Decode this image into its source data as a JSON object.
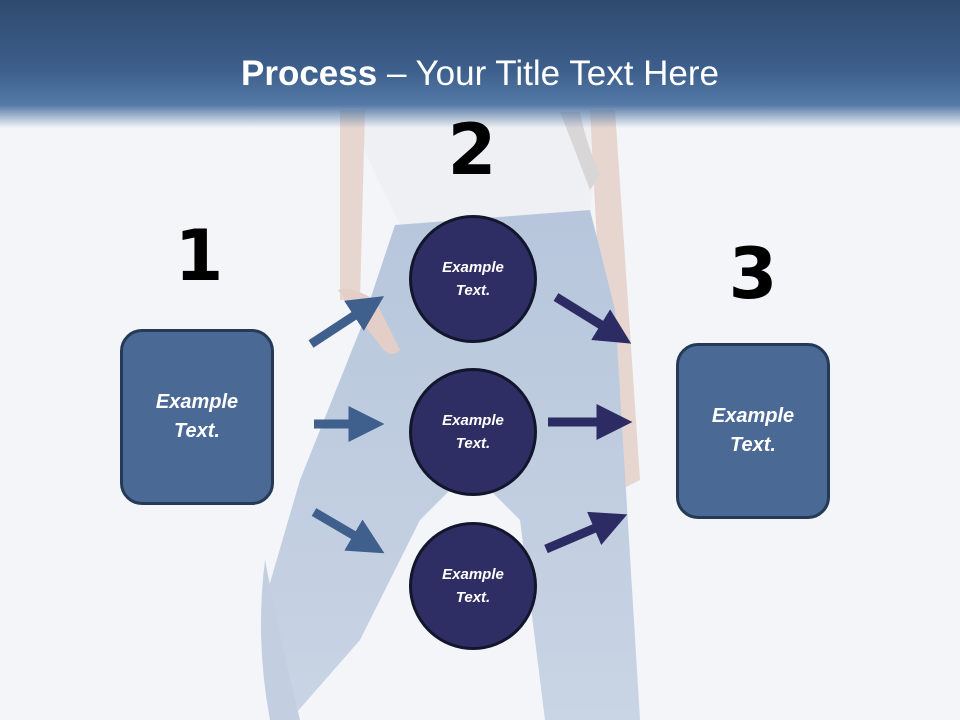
{
  "title": {
    "bold": "Process",
    "rest": " – Your Title Text Here"
  },
  "steps": [
    {
      "number": "1",
      "text_line1": "Example",
      "text_line2": "Text."
    },
    {
      "number": "2",
      "text_line1": "Example",
      "text_line2": "Text."
    },
    {
      "number": "3",
      "text_line1": "Example",
      "text_line2": "Text."
    }
  ],
  "circles": [
    {
      "text_line1": "Example",
      "text_line2": "Text."
    },
    {
      "text_line1": "Example",
      "text_line2": "Text."
    },
    {
      "text_line1": "Example",
      "text_line2": "Text."
    }
  ],
  "colors": {
    "header": "#3d5f8c",
    "box_fill": "#4a6994",
    "circle_fill": "#2f2e64",
    "arrow_left": "#3f5f8c",
    "arrow_right": "#2d2b63"
  }
}
